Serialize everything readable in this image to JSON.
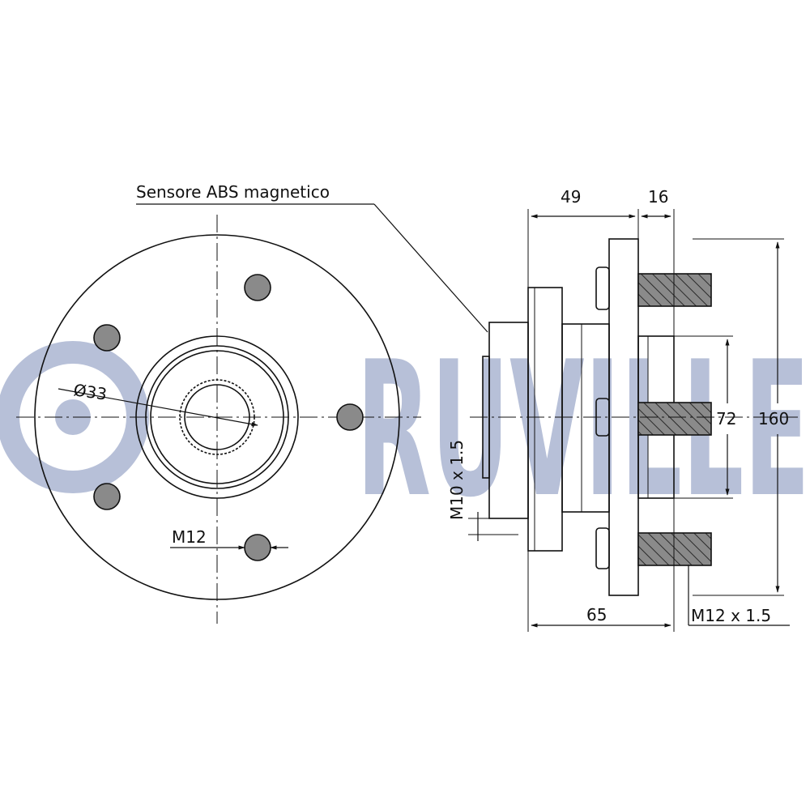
{
  "watermark": {
    "brand": "RUVILLE",
    "color": "#b7c0d8"
  },
  "labels": {
    "sensor": "Sensore ABS magnetico",
    "diameter": "Ø33",
    "bolt_front": "M12",
    "thread_side": "M10 x 1.5",
    "stud_thread": "M12 x 1.5"
  },
  "dimensions": {
    "dim_49": "49",
    "dim_16": "16",
    "dim_65": "65",
    "dim_72": "72",
    "dim_160": "160"
  },
  "colors": {
    "line": "#111111",
    "stud_fill": "#8a8a8a"
  }
}
